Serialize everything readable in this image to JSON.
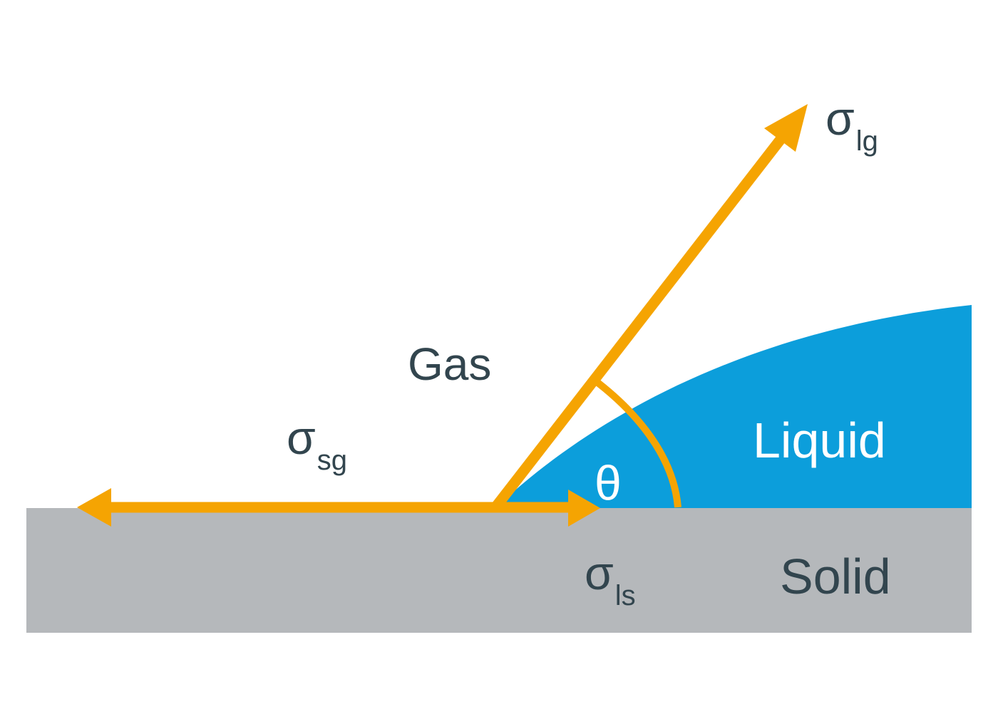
{
  "labels": {
    "gas": "Gas",
    "liquid": "Liquid",
    "solid": "Solid",
    "theta": "θ",
    "sigma": "σ",
    "sub_lg": "lg",
    "sub_sg": "sg",
    "sub_ls": "ls"
  },
  "colors": {
    "arrow-orange": "#F5A402",
    "liquid-blue": "#0C9EDB",
    "solid-gray": "#B5B8BB",
    "text-dark": "#32454E",
    "text-white": "#FFFFFF"
  }
}
